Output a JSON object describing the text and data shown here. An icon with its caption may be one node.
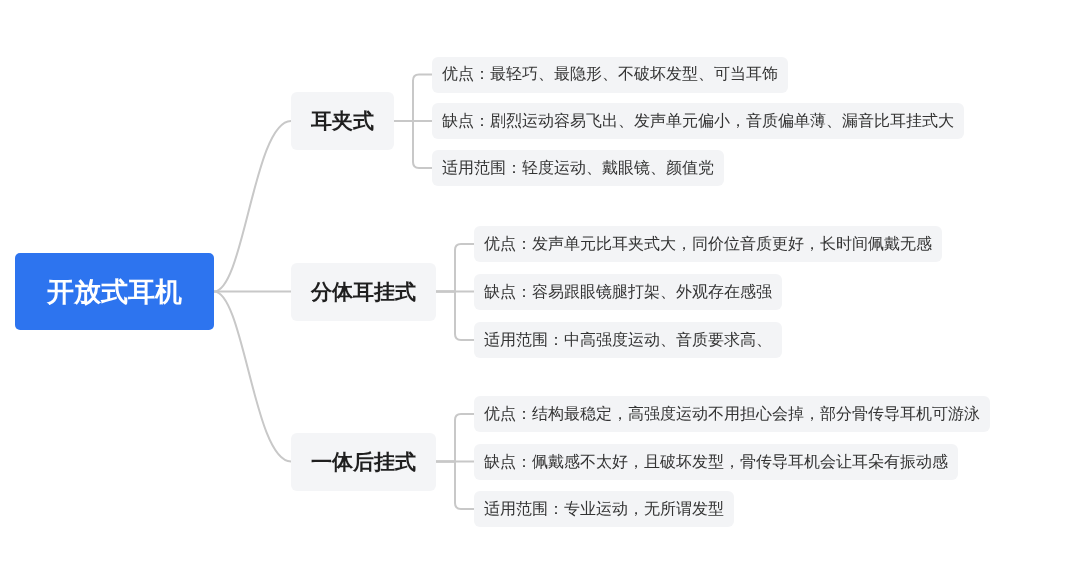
{
  "diagram": {
    "nodes": [
      {
        "text": [
          "开放式耳机"
        ]
      },
      {
        "text": [
          "耳夹式"
        ]
      },
      {
        "text": [
          "优点：最轻巧、最隐形、不破坏发型、可当耳饰"
        ]
      },
      {
        "text": [
          "缺点：剧烈运动容易飞出、发声单元偏小，音质偏单薄、漏音比耳挂式大"
        ]
      },
      {
        "text": [
          "适用范围：轻度运动、戴眼镜、颜值党"
        ]
      },
      {
        "text": [
          "分体耳挂式"
        ]
      },
      {
        "text": [
          "优点：发声单元比耳夹式大，同价位音质更好，长时间佩戴无感"
        ]
      },
      {
        "text": [
          "缺点：容易跟眼镜腿打架、外观存在感强"
        ]
      },
      {
        "text": [
          "适用范围：中高强度运动、音质要求高、"
        ]
      },
      {
        "text": [
          "一体后挂式"
        ]
      },
      {
        "text": [
          "优点：结构最稳定，高强度运动不用担心会掉，部分骨传导耳机可游泳"
        ]
      },
      {
        "text": [
          "缺点：佩戴感不太好，且破坏发型，骨传导耳机会让耳朵有振动感"
        ]
      },
      {
        "text": [
          "适用范围：专业运动，无所谓发型"
        ]
      }
    ],
    "edges": [
      {
        "from": 0,
        "to": 1,
        "arrow": "none"
      },
      {
        "from": 0,
        "to": 5,
        "arrow": "none"
      },
      {
        "from": 0,
        "to": 9,
        "arrow": "none"
      },
      {
        "from": 1,
        "to": 2,
        "arrow": "none"
      },
      {
        "from": 1,
        "to": 3,
        "arrow": "none"
      },
      {
        "from": 1,
        "to": 4,
        "arrow": "none"
      },
      {
        "from": 5,
        "to": 6,
        "arrow": "none"
      },
      {
        "from": 5,
        "to": 7,
        "arrow": "none"
      },
      {
        "from": 5,
        "to": 8,
        "arrow": "none"
      },
      {
        "from": 9,
        "to": 10,
        "arrow": "none"
      },
      {
        "from": 9,
        "to": 11,
        "arrow": "none"
      },
      {
        "from": 9,
        "to": 12,
        "arrow": "none"
      }
    ]
  }
}
